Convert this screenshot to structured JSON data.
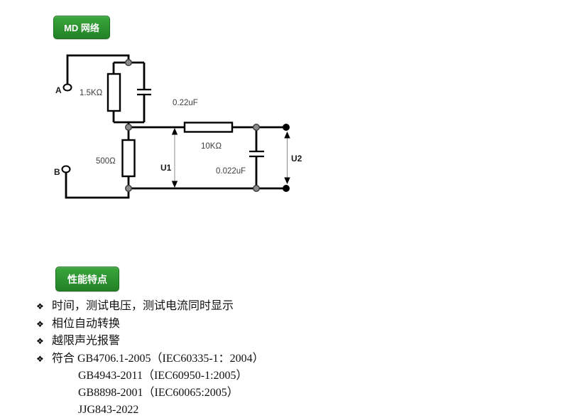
{
  "badges": {
    "network": "MD 网络",
    "features": "性能特点"
  },
  "colors": {
    "badge_green": "#2f9831",
    "badge_border": "#1a6e1c",
    "wire": "#000000",
    "node_gray": "#8a8a8a"
  },
  "circuit": {
    "terminal_a": "A",
    "terminal_b": "B",
    "r_input": "1.5KΩ",
    "c_input": "0.22uF",
    "r_shunt": "500Ω",
    "r_series": "10KΩ",
    "c_output": "0.022uF",
    "v1": "U1",
    "v2": "U2"
  },
  "features": {
    "bullet": "❖",
    "items": [
      {
        "text": "时间，测试电压，测试电流同时显示"
      },
      {
        "text": "相位自动转换"
      },
      {
        "text": "越限声光报警"
      },
      {
        "text": "符合 GB4706.1-2005（IEC60335-1：2004）",
        "continuations": [
          "GB4943-2011（IEC60950-1:2005）",
          "GB8898-2001（IEC60065:2005）",
          "JJG843-2022"
        ]
      }
    ]
  }
}
